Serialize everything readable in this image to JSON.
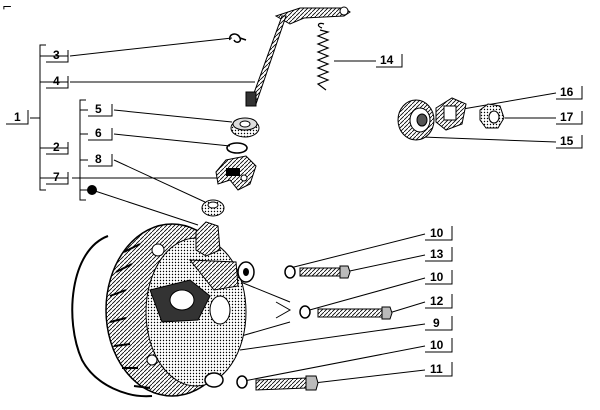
{
  "corner_glyph": "⌐",
  "colors": {
    "ink": "#000000",
    "paper": "#ffffff",
    "shade": "#555555"
  },
  "callouts": {
    "c1": "1",
    "c2": "2",
    "c3": "3",
    "c4": "4",
    "c5": "5",
    "c6": "6",
    "c7": "7",
    "c8": "8",
    "c9": "9",
    "c10a": "10",
    "c10b": "10",
    "c10c": "10",
    "c11": "11",
    "c12": "12",
    "c13": "13",
    "c14": "14",
    "c15": "15",
    "c16": "16",
    "c17": "17"
  }
}
